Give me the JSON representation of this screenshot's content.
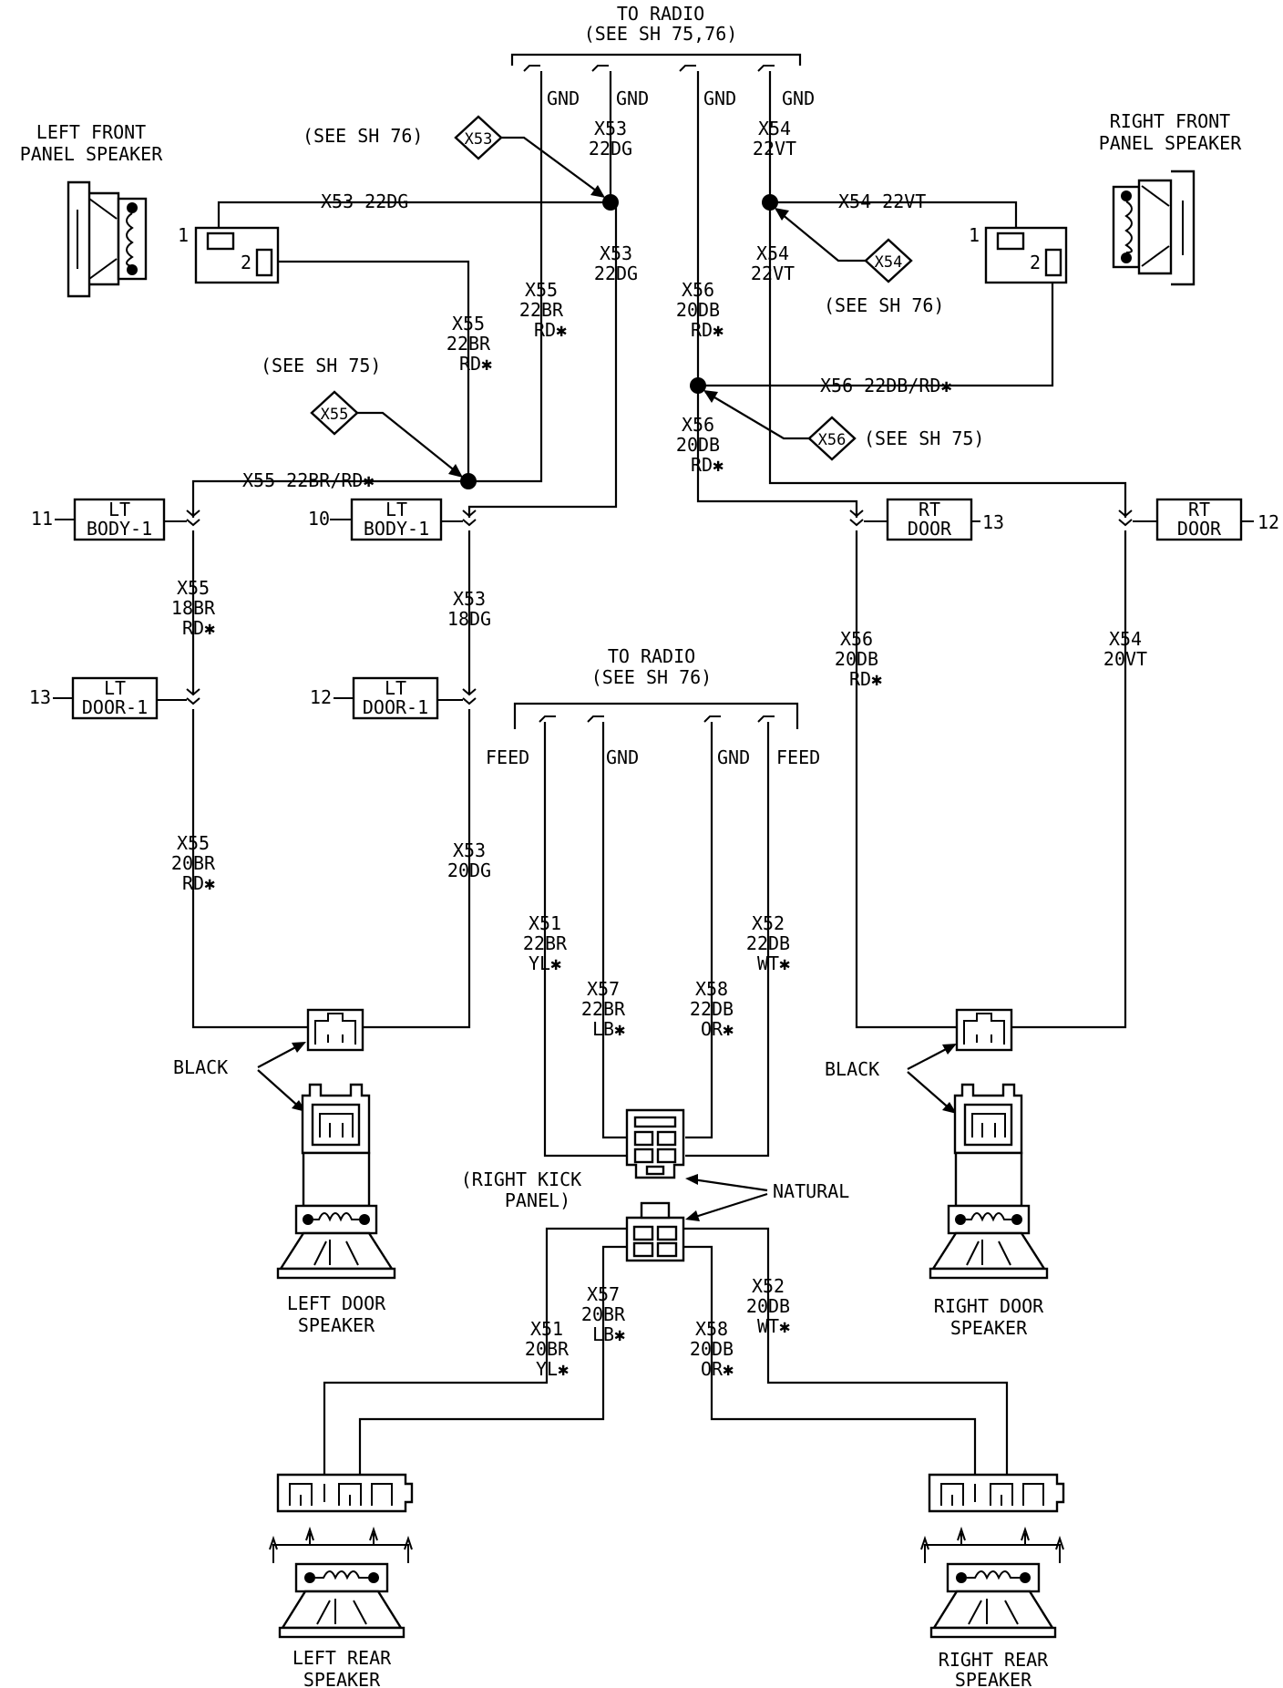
{
  "top_radio": {
    "line1": "TO RADIO",
    "line2": "(SEE SH 75,76)",
    "gnd": "GND"
  },
  "mid_radio": {
    "line1": "TO RADIO",
    "line2": "(SEE SH 76)",
    "feed": "FEED",
    "gnd": "GND"
  },
  "speakers": {
    "left_front": {
      "line1": "LEFT FRONT",
      "line2": "PANEL SPEAKER"
    },
    "right_front": {
      "line1": "RIGHT FRONT",
      "line2": "PANEL SPEAKER"
    },
    "left_door": {
      "line1": "LEFT DOOR",
      "line2": "SPEAKER"
    },
    "right_door": {
      "line1": "RIGHT DOOR",
      "line2": "SPEAKER"
    },
    "left_rear": {
      "line1": "LEFT REAR",
      "line2": "SPEAKER"
    },
    "right_rear": {
      "line1": "RIGHT REAR",
      "line2": "SPEAKER"
    }
  },
  "refs": {
    "x53": {
      "tag": "X53",
      "note": "(SEE SH 76)"
    },
    "x54": {
      "tag": "X54",
      "note": "(SEE SH 76)"
    },
    "x55": {
      "tag": "X55",
      "note": "(SEE SH 75)"
    },
    "x56": {
      "tag": "X56",
      "note": "(SEE SH 75)"
    }
  },
  "pins": {
    "p1": "1",
    "p2": "2"
  },
  "connectors": {
    "lt_body_a": {
      "name1": "LT",
      "name2": "BODY-1",
      "num": "11"
    },
    "lt_body_b": {
      "name1": "LT",
      "name2": "BODY-1",
      "num": "10"
    },
    "lt_door_a": {
      "name1": "LT",
      "name2": "DOOR-1",
      "num": "13"
    },
    "lt_door_b": {
      "name1": "LT",
      "name2": "DOOR-1",
      "num": "12"
    },
    "rt_door_a": {
      "name1": "RT",
      "name2": "DOOR",
      "num": "13"
    },
    "rt_door_b": {
      "name1": "RT",
      "name2": "DOOR",
      "num": "12"
    }
  },
  "wires": {
    "x53_top": {
      "c": "X53",
      "g": "22DG"
    },
    "x53_below": {
      "c": "X53",
      "g": "22DG"
    },
    "x53_horiz": "X53 22DG",
    "x54_top": {
      "c": "X54",
      "g": "22VT"
    },
    "x54_below": {
      "c": "X54",
      "g": "22VT"
    },
    "x54_horiz": "X54 22VT",
    "x55_vert": {
      "c": "X55",
      "g": "22BR",
      "s": "RD✱"
    },
    "x55_spk": {
      "c": "X55",
      "g": "22BR",
      "s": "RD✱"
    },
    "x55_horiz": "X55 22BR/RD✱",
    "x56_vert": {
      "c": "X56",
      "g": "20DB",
      "s": "RD✱"
    },
    "x56_below": {
      "c": "X56",
      "g": "20DB",
      "s": "RD✱"
    },
    "x56_horiz": "X56 22DB/RD✱",
    "x55_18br": {
      "c": "X55",
      "g": "18BR",
      "s": "RD✱"
    },
    "x53_18dg": {
      "c": "X53",
      "g": "18DG"
    },
    "x55_20br": {
      "c": "X55",
      "g": "20BR",
      "s": "RD✱"
    },
    "x53_20dg": {
      "c": "X53",
      "g": "20DG"
    },
    "x56_20db": {
      "c": "X56",
      "g": "20DB",
      "s": "RD✱"
    },
    "x54_20vt": {
      "c": "X54",
      "g": "20VT"
    },
    "x51_22br": {
      "c": "X51",
      "g": "22BR",
      "s": "YL✱"
    },
    "x57_22br": {
      "c": "X57",
      "g": "22BR",
      "s": "LB✱"
    },
    "x58_22db": {
      "c": "X58",
      "g": "22DB",
      "s": "OR✱"
    },
    "x52_22db": {
      "c": "X52",
      "g": "22DB",
      "s": "WT✱"
    },
    "x51_20br": {
      "c": "X51",
      "g": "20BR",
      "s": "YL✱"
    },
    "x57_20br": {
      "c": "X57",
      "g": "20BR",
      "s": "LB✱"
    },
    "x58_20db": {
      "c": "X58",
      "g": "20DB",
      "s": "OR✱"
    },
    "x52_20db": {
      "c": "X52",
      "g": "20DB",
      "s": "WT✱"
    }
  },
  "labels": {
    "black": "BLACK",
    "natural": "NATURAL",
    "kick1": "(RIGHT KICK",
    "kick2": "PANEL)"
  }
}
